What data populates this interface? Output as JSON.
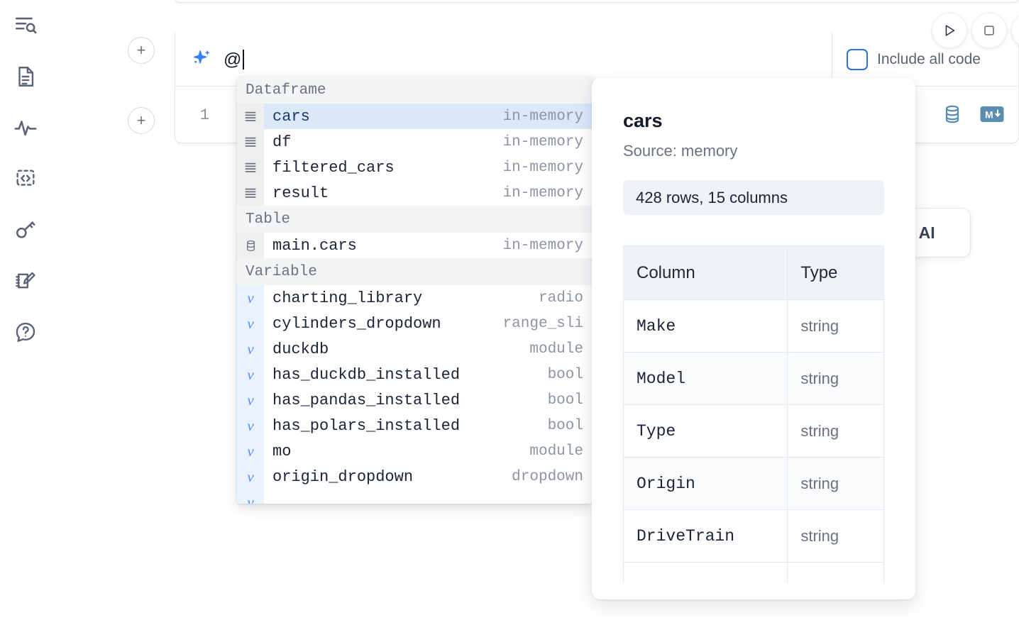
{
  "sidebar": {
    "items": [
      {
        "name": "outline-search-icon",
        "label": "Outline / search"
      },
      {
        "name": "document-icon",
        "label": "Notebook file"
      },
      {
        "name": "activity-icon",
        "label": "Activity"
      },
      {
        "name": "code-snippet-icon",
        "label": "Snippets"
      },
      {
        "name": "key-icon",
        "label": "Secrets"
      },
      {
        "name": "notepad-edit-icon",
        "label": "Scratchpad"
      },
      {
        "name": "help-chat-icon",
        "label": "Help"
      }
    ]
  },
  "toolbar": {
    "add_cell_label": "+",
    "run_label": "Run",
    "stop_label": "Stop",
    "include_all_code_label": "Include all code",
    "include_all_code_checked": false,
    "accent_color": "#2f6fe4"
  },
  "ai_prompt": {
    "value": "@",
    "icon": "sparkle-icon",
    "icon_color": "#3b82f6"
  },
  "code_cell": {
    "line_number": "1",
    "icons": [
      {
        "name": "database-icon",
        "color": "#5b8db0"
      },
      {
        "name": "markdown-icon",
        "label": "M↓",
        "color": "#5b8db0"
      }
    ]
  },
  "ai_float_button": {
    "label": "h AI"
  },
  "autocomplete": {
    "sections": [
      {
        "title": "Dataframe",
        "items": [
          {
            "icon": "dataframe-icon",
            "label": "cars",
            "meta": "in-memory",
            "selected": true,
            "kind": "df"
          },
          {
            "icon": "dataframe-icon",
            "label": "df",
            "meta": "in-memory",
            "selected": false,
            "kind": "df"
          },
          {
            "icon": "dataframe-icon",
            "label": "filtered_cars",
            "meta": "in-memory",
            "selected": false,
            "kind": "df"
          },
          {
            "icon": "dataframe-icon",
            "label": "result",
            "meta": "in-memory",
            "selected": false,
            "kind": "df"
          }
        ]
      },
      {
        "title": "Table",
        "items": [
          {
            "icon": "table-database-icon",
            "label": "main.cars",
            "meta": "in-memory",
            "selected": false,
            "kind": "table"
          }
        ]
      },
      {
        "title": "Variable",
        "items": [
          {
            "icon": "variable-icon",
            "label": "charting_library",
            "meta": "radio",
            "selected": false,
            "kind": "var"
          },
          {
            "icon": "variable-icon",
            "label": "cylinders_dropdown",
            "meta": "range_sli",
            "selected": false,
            "kind": "var"
          },
          {
            "icon": "variable-icon",
            "label": "duckdb",
            "meta": "module",
            "selected": false,
            "kind": "var"
          },
          {
            "icon": "variable-icon",
            "label": "has_duckdb_installed",
            "meta": "bool",
            "selected": false,
            "kind": "var"
          },
          {
            "icon": "variable-icon",
            "label": "has_pandas_installed",
            "meta": "bool",
            "selected": false,
            "kind": "var"
          },
          {
            "icon": "variable-icon",
            "label": "has_polars_installed",
            "meta": "bool",
            "selected": false,
            "kind": "var"
          },
          {
            "icon": "variable-icon",
            "label": "mo",
            "meta": "module",
            "selected": false,
            "kind": "var"
          },
          {
            "icon": "variable-icon",
            "label": "origin_dropdown",
            "meta": "dropdown",
            "selected": false,
            "kind": "var"
          }
        ]
      }
    ]
  },
  "detail_panel": {
    "title": "cars",
    "source": "Source: memory",
    "shape": "428 rows, 15 columns",
    "columns_header": "Column",
    "type_header": "Type",
    "rows": [
      {
        "column": "Make",
        "type": "string"
      },
      {
        "column": "Model",
        "type": "string"
      },
      {
        "column": "Type",
        "type": "string"
      },
      {
        "column": "Origin",
        "type": "string"
      },
      {
        "column": "DriveTrain",
        "type": "string"
      }
    ]
  }
}
